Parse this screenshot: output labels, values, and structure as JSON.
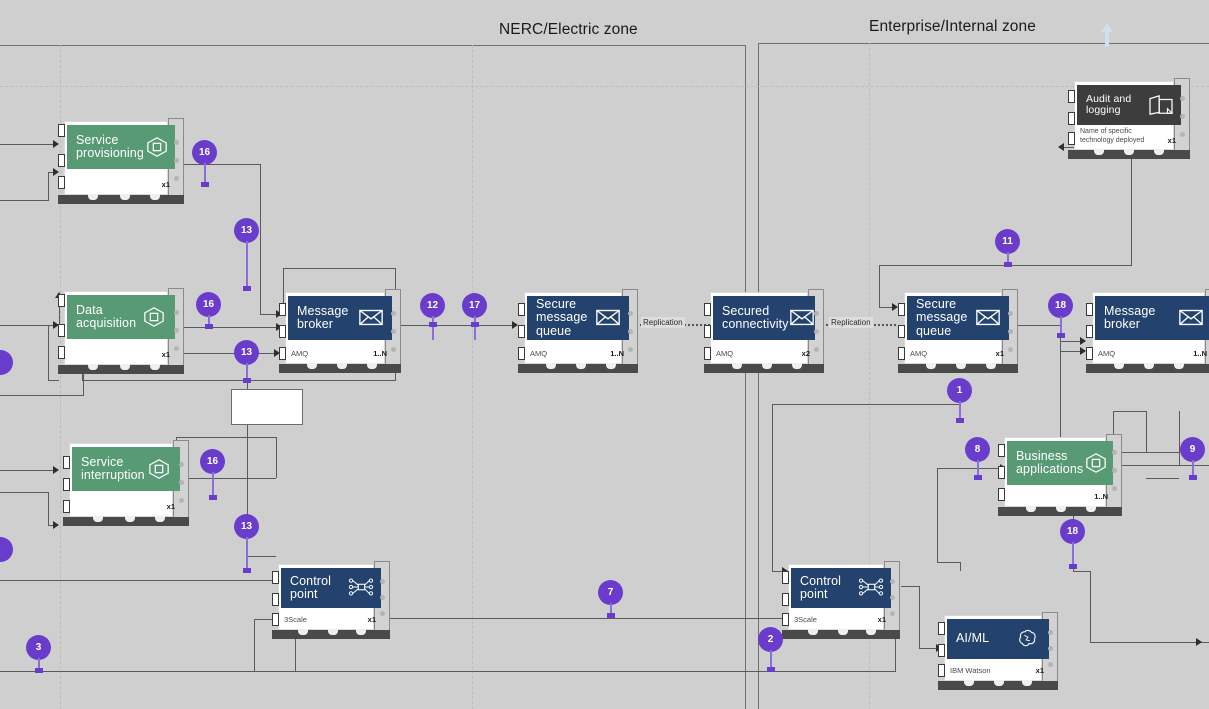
{
  "diagram": {
    "title_zones": [
      {
        "label": "NERC/Electric zone"
      },
      {
        "label": "Enterprise/Internal zone"
      }
    ],
    "edge_labels": [
      {
        "text": "Replication"
      },
      {
        "text": "Replication"
      }
    ],
    "nodes": [
      {
        "id": "service-provisioning",
        "title": "Service provisioning",
        "tech": "",
        "mult": "x1",
        "icon": "hexagon-icon",
        "header_color": "#589a74",
        "style": "green"
      },
      {
        "id": "data-acquisition",
        "title": "Data acquisition",
        "tech": "",
        "mult": "x1",
        "icon": "hexagon-icon",
        "header_color": "#589a74",
        "style": "green"
      },
      {
        "id": "service-interruption",
        "title": "Service interruption",
        "tech": "",
        "mult": "x1",
        "icon": "hexagon-icon",
        "header_color": "#589a74",
        "style": "green"
      },
      {
        "id": "message-broker-left",
        "title": "Message broker",
        "tech": "AMQ",
        "mult": "1..N",
        "icon": "envelope-icon",
        "header_color": "#24426e",
        "style": "blue"
      },
      {
        "id": "secure-message-queue-left",
        "title": "Secure message queue",
        "tech": "AMQ",
        "mult": "1..N",
        "icon": "envelope-icon",
        "header_color": "#24426e",
        "style": "blue"
      },
      {
        "id": "secured-connectivity",
        "title": "Secured connectivity",
        "tech": "AMQ",
        "mult": "x2",
        "icon": "envelope-icon",
        "header_color": "#24426e",
        "style": "blue"
      },
      {
        "id": "secure-message-queue-right",
        "title": "Secure message queue",
        "tech": "AMQ",
        "mult": "x1",
        "icon": "envelope-icon",
        "header_color": "#24426e",
        "style": "blue"
      },
      {
        "id": "message-broker-right",
        "title": "Message broker",
        "tech": "AMQ",
        "mult": "1..N",
        "icon": "envelope-icon",
        "header_color": "#24426e",
        "style": "blue"
      },
      {
        "id": "audit-and-logging",
        "title": "Audit and logging",
        "tech": "Name of specific technology deployed",
        "mult": "x1",
        "icon": "book-icon",
        "header_color": "#3d3d3d",
        "style": "gray"
      },
      {
        "id": "business-applications",
        "title": "Business applications",
        "tech": "",
        "mult": "1..N",
        "icon": "hexagon-icon",
        "header_color": "#589a74",
        "style": "green"
      },
      {
        "id": "control-point-left",
        "title": "Control point",
        "tech": "3Scale",
        "mult": "x1",
        "icon": "network-icon",
        "header_color": "#24426e",
        "style": "blue"
      },
      {
        "id": "control-point-right",
        "title": "Control point",
        "tech": "3Scale",
        "mult": "x1",
        "icon": "network-icon",
        "header_color": "#24426e",
        "style": "blue"
      },
      {
        "id": "ai-ml",
        "title": "AI/ML",
        "tech": "IBM Watson",
        "mult": "x1",
        "icon": "brain-icon",
        "header_color": "#24426e",
        "style": "blue"
      }
    ],
    "badges": [
      {
        "id": "b-16-a",
        "num": "16"
      },
      {
        "id": "b-13-a",
        "num": "13"
      },
      {
        "id": "b-16-b",
        "num": "16"
      },
      {
        "id": "b-13-b",
        "num": "13"
      },
      {
        "id": "b-16-c",
        "num": "16"
      },
      {
        "id": "b-13-c",
        "num": "13"
      },
      {
        "id": "b-12",
        "num": "12"
      },
      {
        "id": "b-17",
        "num": "17"
      },
      {
        "id": "b-11",
        "num": "11"
      },
      {
        "id": "b-18-a",
        "num": "18"
      },
      {
        "id": "b-1",
        "num": "1"
      },
      {
        "id": "b-8",
        "num": "8"
      },
      {
        "id": "b-9",
        "num": "9"
      },
      {
        "id": "b-18-b",
        "num": "18"
      },
      {
        "id": "b-7",
        "num": "7"
      },
      {
        "id": "b-2",
        "num": "2"
      },
      {
        "id": "b-3",
        "num": "3"
      }
    ],
    "accent_colors": {
      "badge": "#6a3ccc",
      "header_blue": "#24426e",
      "header_green": "#589a74",
      "header_gray": "#3d3d3d",
      "canvas": "#cfcfcf"
    }
  }
}
